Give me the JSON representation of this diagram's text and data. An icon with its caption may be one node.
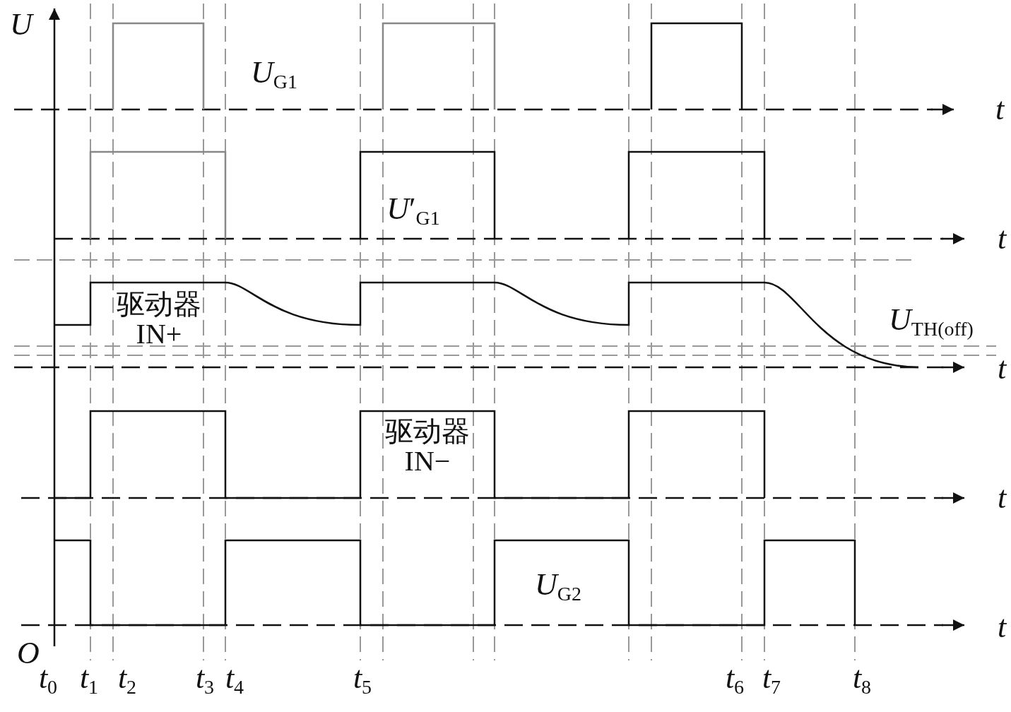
{
  "diagram": {
    "labels": [
      "U",
      "*U*$_{G1}$",
      "t",
      "*U*′$_{G1}$",
      "t",
      "驱动器 IN+",
      "*U*$_{TH(off)}$",
      "t",
      "驱动器 IN−",
      "t",
      "*U*$_{G2}$",
      "t",
      "O",
      "*t*$_{0}$",
      "*t*$_{1}$",
      "*t*$_{2}$",
      "*t*$_{3}$",
      "*t*$_{4}$",
      "*t*$_{5}$",
      "*t*$_{6}$",
      "*t*$_{7}$",
      "*t*$_{8}$"
    ]
  }
}
